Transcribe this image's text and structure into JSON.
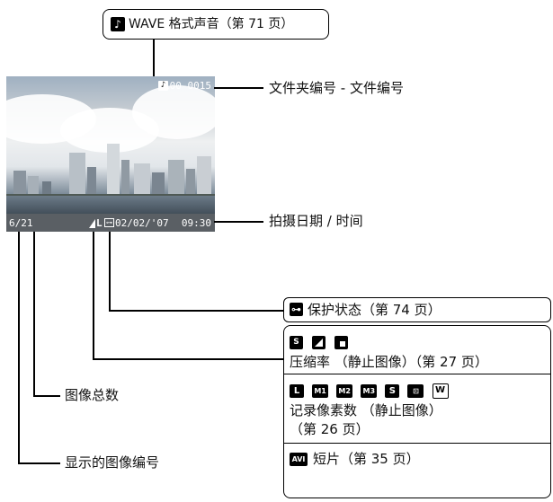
{
  "screen": {
    "folder_file_number": "100-0015",
    "image_count": "6/21",
    "date": "02/02/'07",
    "time": "09:30"
  },
  "callouts": {
    "wave_sound": "WAVE 格式声音（第 71 页）",
    "folder_file": "文件夹编号 - 文件编号",
    "shooting_datetime": "拍摄日期 / 时间",
    "protect_status": "保护状态（第 74 页）",
    "compression": "压缩率 （静止图像）（第 27 页）",
    "recording_pixels_line1": "记录像素数 （静止图像）",
    "recording_pixels_line2": "（第 26 页）",
    "movie": "短片（第 35 页）",
    "total_images": "图像总数",
    "displayed_image_number": "显示的图像编号"
  },
  "icons": {
    "sound_icon": "sound-note-icon",
    "protect_icon": "protect-key-icon",
    "compression_icons": [
      "superfine-icon",
      "fine-icon",
      "normal-icon"
    ],
    "pixel_icons": [
      "L",
      "M1",
      "M2",
      "M3",
      "S",
      "postcard-icon",
      "W"
    ],
    "movie_icon": "AVI"
  }
}
